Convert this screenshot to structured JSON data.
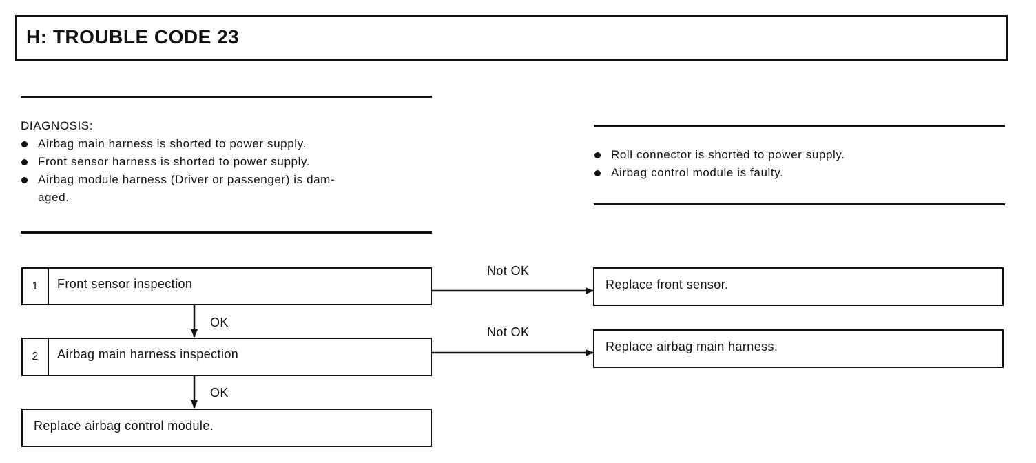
{
  "header": {
    "title": "H:  TROUBLE CODE 23"
  },
  "diagnosis": {
    "heading": "DIAGNOSIS:",
    "left_items": [
      {
        "text": "Airbag main harness is shorted to power supply."
      },
      {
        "text": "Front sensor harness is shorted to power supply."
      },
      {
        "text_line1": "Airbag module harness (Driver or passenger) is dam-",
        "text_line2": "aged."
      }
    ],
    "right_items": [
      "Roll connector is shorted to power supply.",
      "Airbag control module is faulty."
    ]
  },
  "flow": {
    "steps": [
      {
        "number": "1",
        "label": "Front sensor inspection"
      },
      {
        "number": "2",
        "label": "Airbag main harness inspection"
      }
    ],
    "ok_label": "OK",
    "not_ok_label": "Not OK",
    "results": {
      "step1_fail": "Replace front sensor.",
      "step2_fail": "Replace airbag main harness.",
      "final": "Replace airbag control module."
    }
  }
}
